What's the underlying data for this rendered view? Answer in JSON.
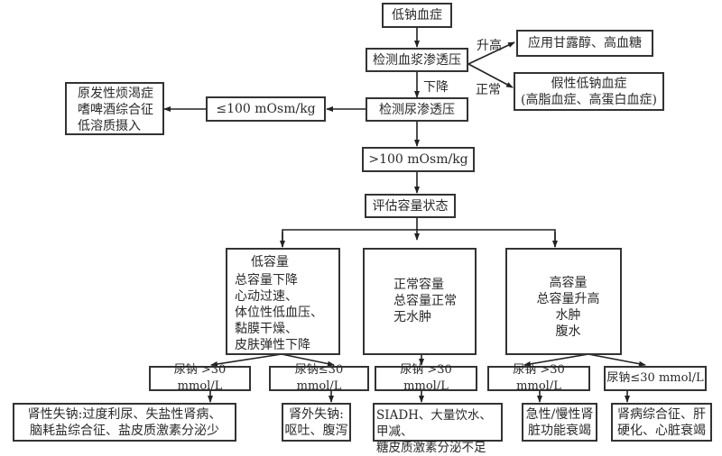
{
  "nodes": {
    "hyponatremia": "低钠血症",
    "plasma_osm": "检测血浆渗透压",
    "mannitol": "应用甘露醇、高血糖",
    "pseudo": "假性低钠血症\n(高脂血症、高蛋白血症)",
    "urine_osm": "检测尿渗透压",
    "low_uosm": "≤100 mOsm/kg",
    "polydipsia": "原发性烦渴症\n嗜啤酒综合征\n低溶质摄入",
    "high_uosm": ">100 mOsm/kg",
    "volume_eval": "评估容量状态",
    "hypovolemia_title": "低容量",
    "hypovolemia_body": "总容量下降\n心动过速、\n体位性低血压、\n黏膜干燥、\n皮肤弹性下降",
    "euvolemia": "正常容量\n总容量正常\n无水肿",
    "hypervolemia": "高容量\n总容量升高\n水肿\n腹水",
    "una_hi_1": "尿钠 >30 mmol/L",
    "una_lo_1": "尿钠≤30 mmol/L",
    "una_hi_2": "尿钠 >30 mmol/L",
    "una_hi_3": "尿钠 >30 mmol/L",
    "una_lo_2": "尿钠≤30 mmol/L",
    "renal_loss": "肾性失钠:过度利尿、失盐性肾病、\n脑耗盐综合征、盐皮质激素分泌少",
    "extrarenal_loss": "肾外失钠:\n呕吐、腹泻",
    "siadh": "SIADH、大量饮水、甲减、\n糖皮质激素分泌不足",
    "renal_failure": "急性/慢性肾\n脏功能衰竭",
    "nephrotic": "肾病综合征、肝\n硬化、心脏衰竭"
  },
  "edge_labels": {
    "elevated": "升高",
    "normal": "正常",
    "decreased": "下降"
  }
}
